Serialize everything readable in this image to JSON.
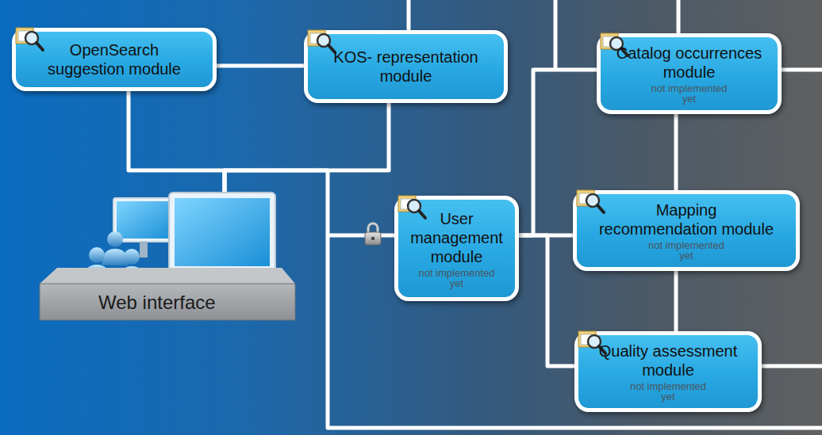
{
  "diagram": {
    "nodes": [
      {
        "text": [
          "OpenSearch suggestion module"
        ]
      },
      {
        "text": [
          "KOS- representation module"
        ]
      },
      {
        "text": [
          "Catalog occurrences module",
          "not implemented yet"
        ]
      },
      {
        "text": [
          "Mapping recommendation module",
          "not implemented yet"
        ]
      },
      {
        "text": [
          "Quality assessment module",
          "not implemented yet"
        ]
      },
      {
        "text": [
          "User management module",
          "not implemented yet"
        ]
      },
      {
        "text": [
          "Web interface"
        ]
      }
    ],
    "edges": [
      {
        "from": 0,
        "to": 1,
        "arrow": "none"
      },
      {
        "from": 0,
        "to": 6,
        "arrow": "none"
      },
      {
        "from": 1,
        "to": 6,
        "arrow": "none"
      },
      {
        "from": 6,
        "to": 5,
        "arrow": "none"
      },
      {
        "from": 5,
        "to": 2,
        "arrow": "none"
      },
      {
        "from": 5,
        "to": 3,
        "arrow": "none"
      },
      {
        "from": 5,
        "to": 4,
        "arrow": "none"
      },
      {
        "from": 2,
        "to": 3,
        "arrow": "none"
      },
      {
        "from": 3,
        "to": 4,
        "arrow": "none"
      }
    ]
  }
}
